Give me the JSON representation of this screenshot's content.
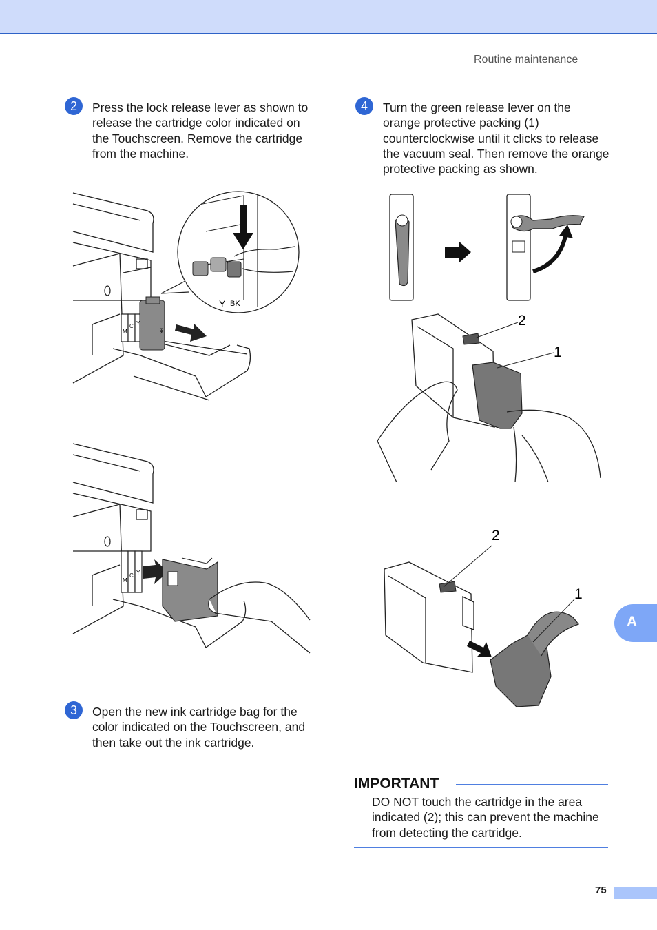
{
  "header": {
    "section_title": "Routine maintenance"
  },
  "steps": [
    {
      "number": "2",
      "text": "Press the lock release lever as shown to release the cartridge color indicated on the Touchscreen. Remove the cartridge from the machine."
    },
    {
      "number": "3",
      "text": "Open the new ink cartridge bag for the color indicated on the Touchscreen, and then take out the ink cartridge."
    },
    {
      "number": "4",
      "text": "Turn the green release lever on the orange protective packing (1) counterclockwise until it clicks to release the vacuum seal. Then remove the orange protective packing as shown."
    }
  ],
  "figure_labels": {
    "ink_colors": [
      "M",
      "C",
      "Y",
      "BK"
    ],
    "callout_1": "1",
    "callout_2": "2"
  },
  "important": {
    "heading": "IMPORTANT",
    "text": "DO NOT touch the cartridge in the area indicated (2); this can prevent the machine from detecting the cartridge."
  },
  "side_tab": "A",
  "page_number": "75",
  "colors": {
    "accent_blue": "#2f66d4",
    "header_band": "#cfdcfb",
    "tab_blue": "#7ea7f7"
  }
}
